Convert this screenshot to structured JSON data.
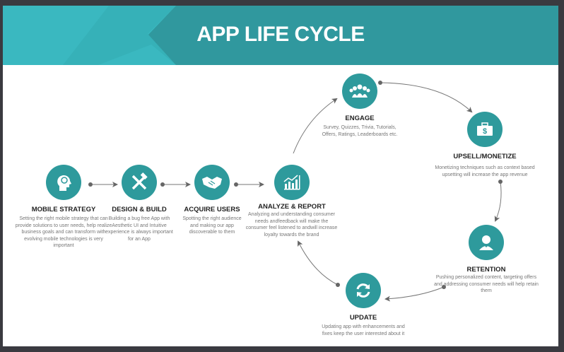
{
  "title": "APP LIFE CYCLE",
  "colors": {
    "teal": "#2e9a9c",
    "header_light": "#3ab8c0",
    "header_dark": "#30989e"
  },
  "stages": [
    {
      "name": "MOBILE STRATEGY",
      "icon": "brain-head-icon",
      "desc": "Setting the right mobile strategy that can provide solutions to user needs, help realize business goals and can transform with evolving mobile technologies is very important"
    },
    {
      "name": "DESIGN & BUILD",
      "icon": "hammer-wrench-icon",
      "desc": "Building a bug free App with Aesthetic UI and Intuitive experience is always important for an App"
    },
    {
      "name": "ACQUIRE USERS",
      "icon": "handshake-icon",
      "desc": "Spotting the right audience and making our app discoverable to them"
    },
    {
      "name": "ANALYZE & REPORT",
      "icon": "bar-chart-icon",
      "desc": "Analyzing and understanding consumer needs andfeedback will make the consumer feel listened to andwill increase loyalty towards the brand"
    },
    {
      "name": "ENGAGE",
      "icon": "group-icon",
      "desc": "Survey, Quizzes, Trivia, Tutorials, Offers, Ratings, Leaderboards etc."
    },
    {
      "name": "UPSELL/MONETIZE",
      "icon": "money-briefcase-icon",
      "desc": "Monetizing techniques such as context based upsetting will increase the app revenue"
    },
    {
      "name": "RETENTION",
      "icon": "user-heart-icon",
      "desc": "Pushing personalized content, targeting offers and addressing consumer needs will help  retain them"
    },
    {
      "name": "UPDATE",
      "icon": "refresh-icon",
      "desc": "Updating app with enhancements and fixes keep the user interested about it"
    }
  ]
}
